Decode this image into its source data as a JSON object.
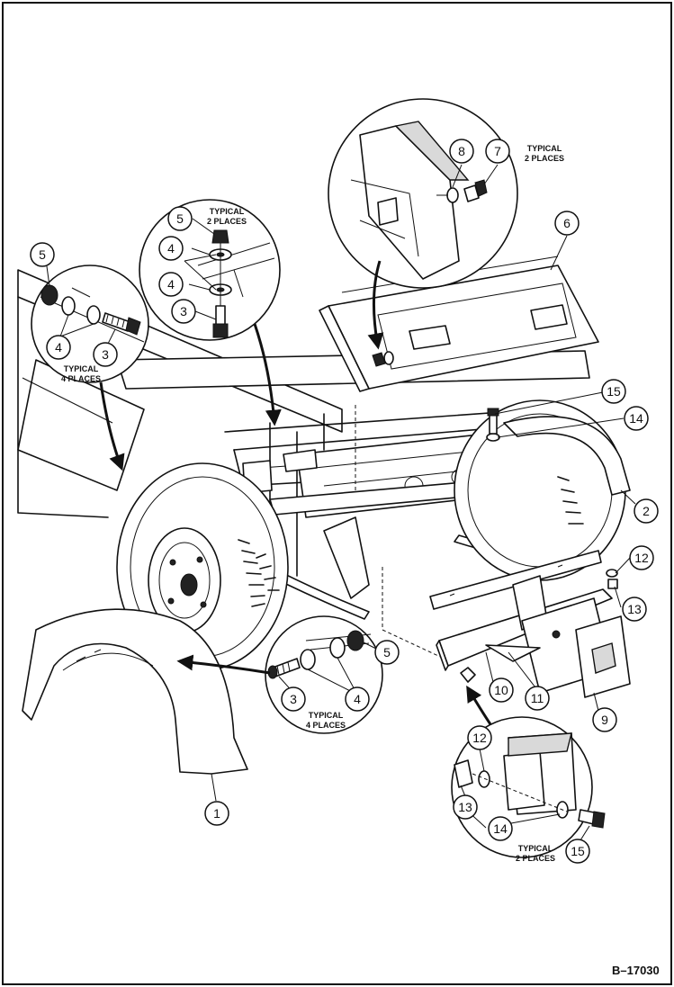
{
  "figure_id": "B–17030",
  "notes": {
    "typical_2_places": "TYPICAL 2 PLACES",
    "typical_4_places": "TYPICAL 4 PLACES",
    "typical_2_places_bottom": "TYPICAL 2 PLACES"
  },
  "callouts": {
    "c1": "1",
    "c2": "2",
    "c3": "3",
    "c4": "4",
    "c5": "5",
    "c6": "6",
    "c7": "7",
    "c8": "8",
    "c9": "9",
    "c10": "10",
    "c11": "11",
    "c12": "12",
    "c13": "13",
    "c14": "14",
    "c15": "15"
  }
}
